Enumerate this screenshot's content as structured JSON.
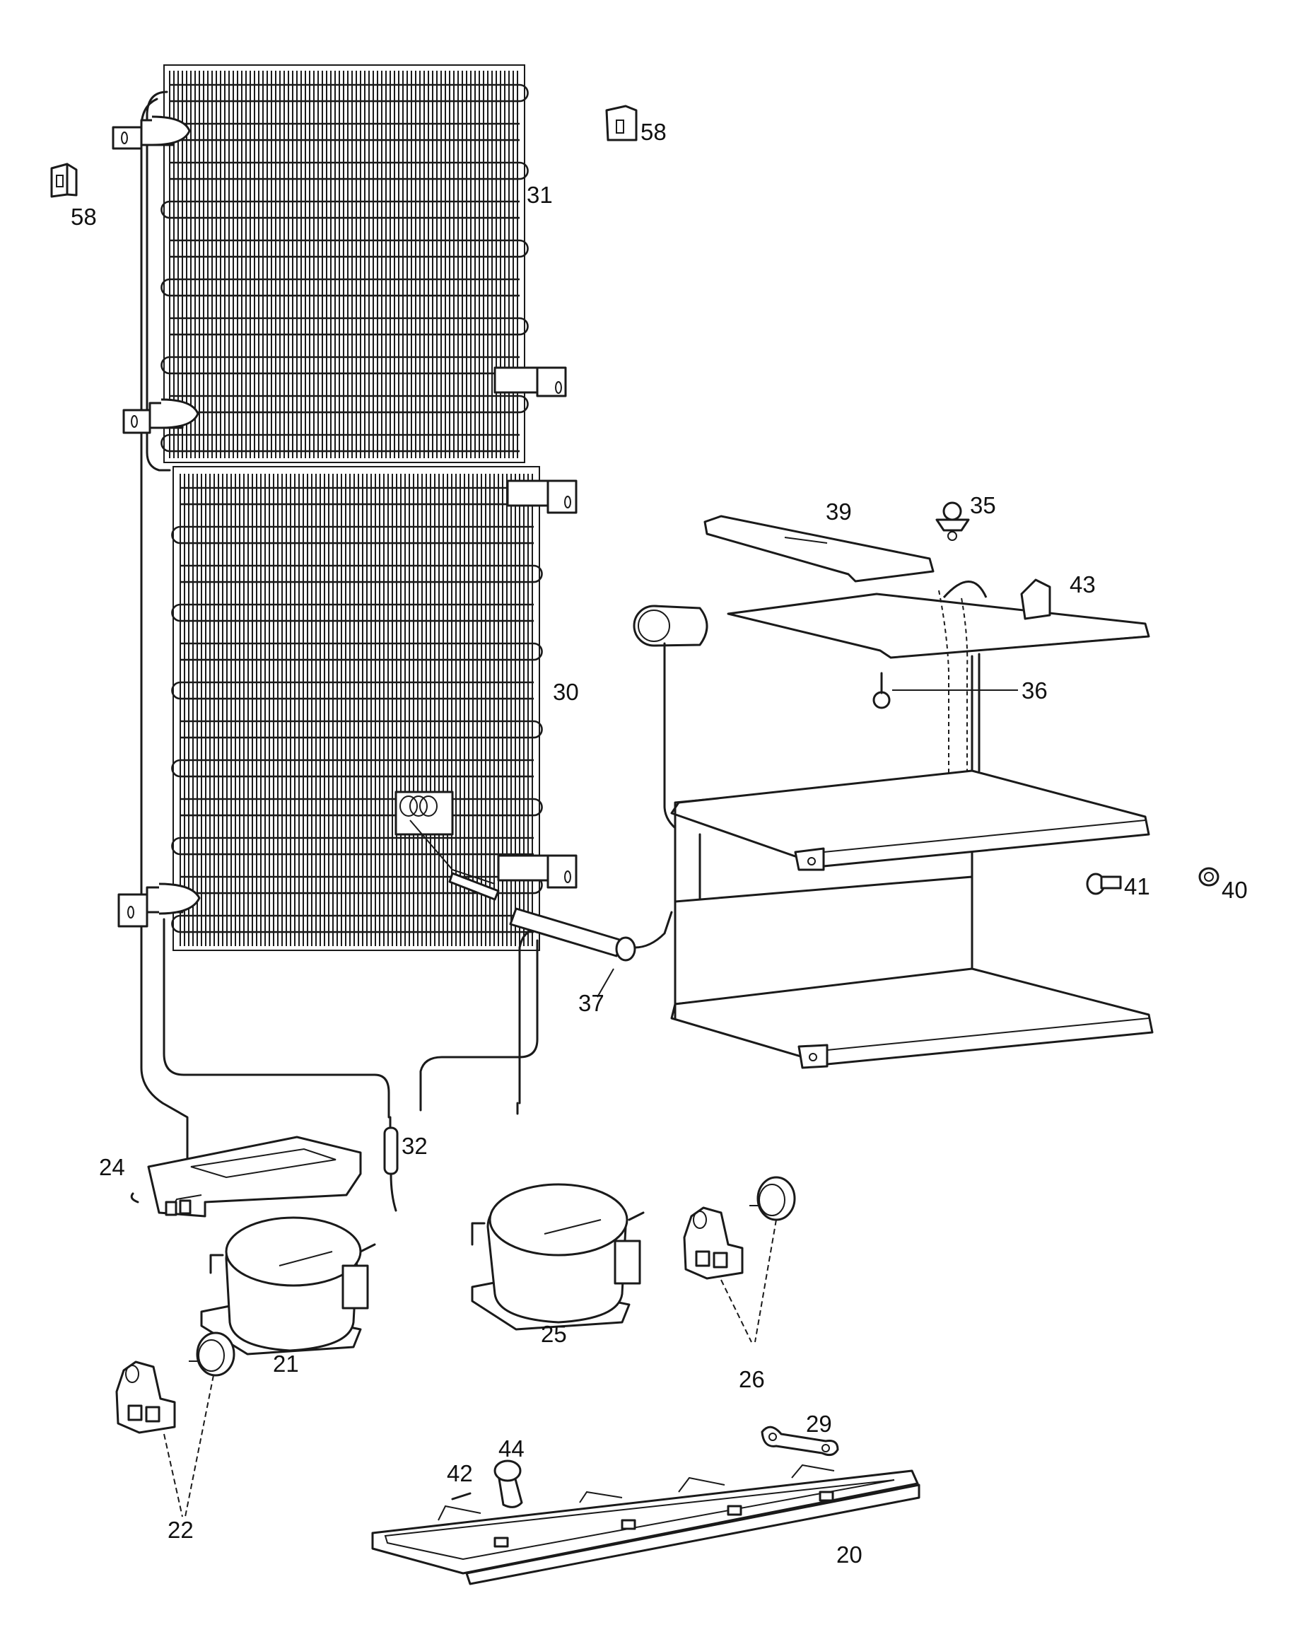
{
  "callouts": {
    "p20": "20",
    "p21": "21",
    "p22": "22",
    "p24": "24",
    "p25": "25",
    "p26": "26",
    "p29": "29",
    "p30": "30",
    "p31": "31",
    "p32": "32",
    "p35": "35",
    "p36": "36",
    "p37": "37",
    "p39": "39",
    "p40": "40",
    "p41": "41",
    "p42": "42",
    "p43": "43",
    "p44": "44",
    "p58a": "58",
    "p58b": "58"
  }
}
